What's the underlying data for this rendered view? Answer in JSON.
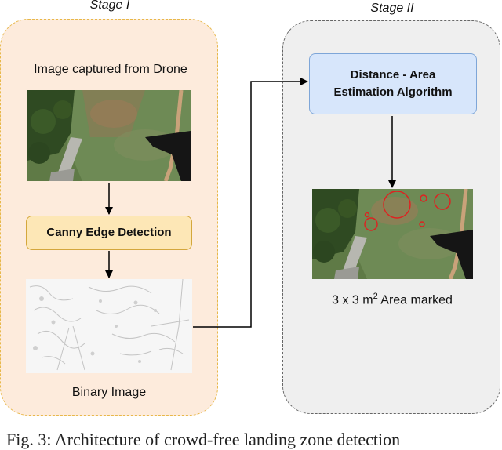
{
  "stage1": {
    "title": "Stage I",
    "input_caption": "Image captured from Drone",
    "process_label": "Canny Edge Detection",
    "output_caption": "Binary Image"
  },
  "stage2": {
    "title": "Stage II",
    "process_label_line1": "Distance - Area",
    "process_label_line2": "Estimation Algorithm",
    "output_caption_prefix": "3 x 3 m",
    "output_caption_sup": "2",
    "output_caption_suffix": " Area marked"
  },
  "figure_caption": "Fig. 3: Architecture of crowd-free landing zone detection",
  "colors": {
    "stage1_fill": "#fdebdc",
    "stage1_border": "#e8b84a",
    "stage2_fill": "#efefef",
    "stage2_border": "#666666",
    "canny_fill": "#fde7b6",
    "canny_border": "#d4a73c",
    "algo_fill": "#d7e6fb",
    "algo_border": "#7ea6d8",
    "marker_red": "#e02020"
  }
}
